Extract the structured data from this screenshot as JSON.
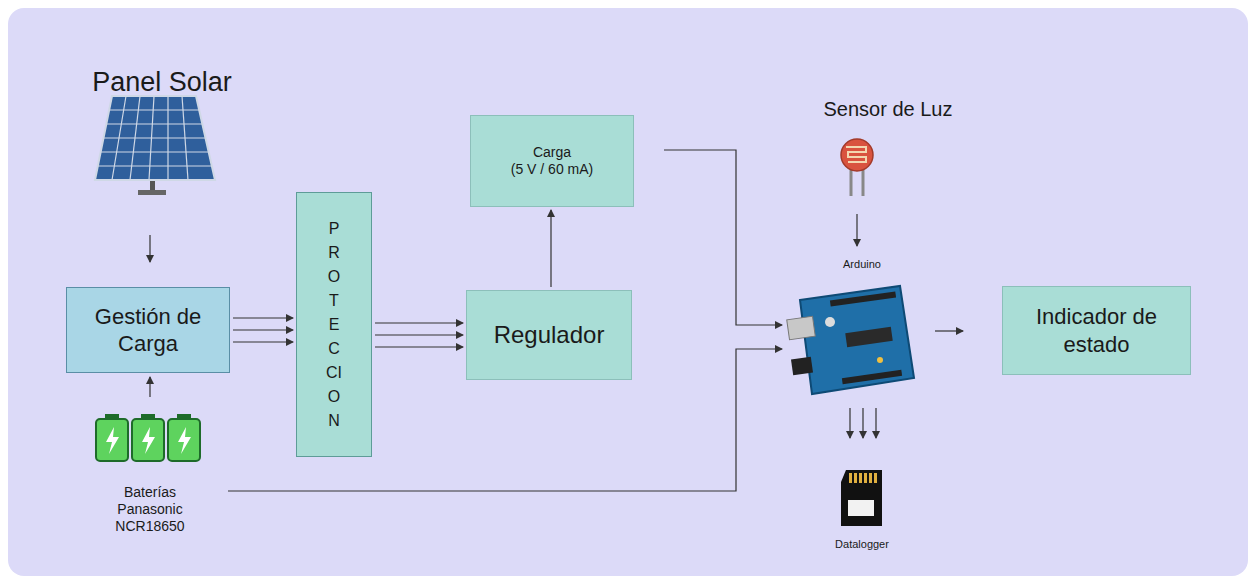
{
  "diagram": {
    "nodes": [
      {
        "text": [
          "Gestión de Carga"
        ]
      },
      {
        "text": [
          "PROTECCION"
        ]
      },
      {
        "text": [
          "Carga",
          "(5 V / 60 mA)"
        ]
      },
      {
        "text": [
          "Regulador"
        ]
      },
      {
        "text": [
          "Indicador de estado"
        ]
      }
    ],
    "edges": [
      {
        "from": 0,
        "to": 1,
        "arrow": "to"
      },
      {
        "from": 0,
        "to": 1,
        "arrow": "to"
      },
      {
        "from": 0,
        "to": 1,
        "arrow": "to"
      },
      {
        "from": 1,
        "to": 3,
        "arrow": "to"
      },
      {
        "from": 1,
        "to": 3,
        "arrow": "to"
      },
      {
        "from": 1,
        "to": 3,
        "arrow": "to"
      },
      {
        "from": 3,
        "to": 2,
        "arrow": "to"
      }
    ],
    "labels": [
      "Panel Solar",
      "Sensor de Luz",
      "Arduino",
      "Baterías Panasonic NCR18650",
      "Datalogger"
    ]
  }
}
